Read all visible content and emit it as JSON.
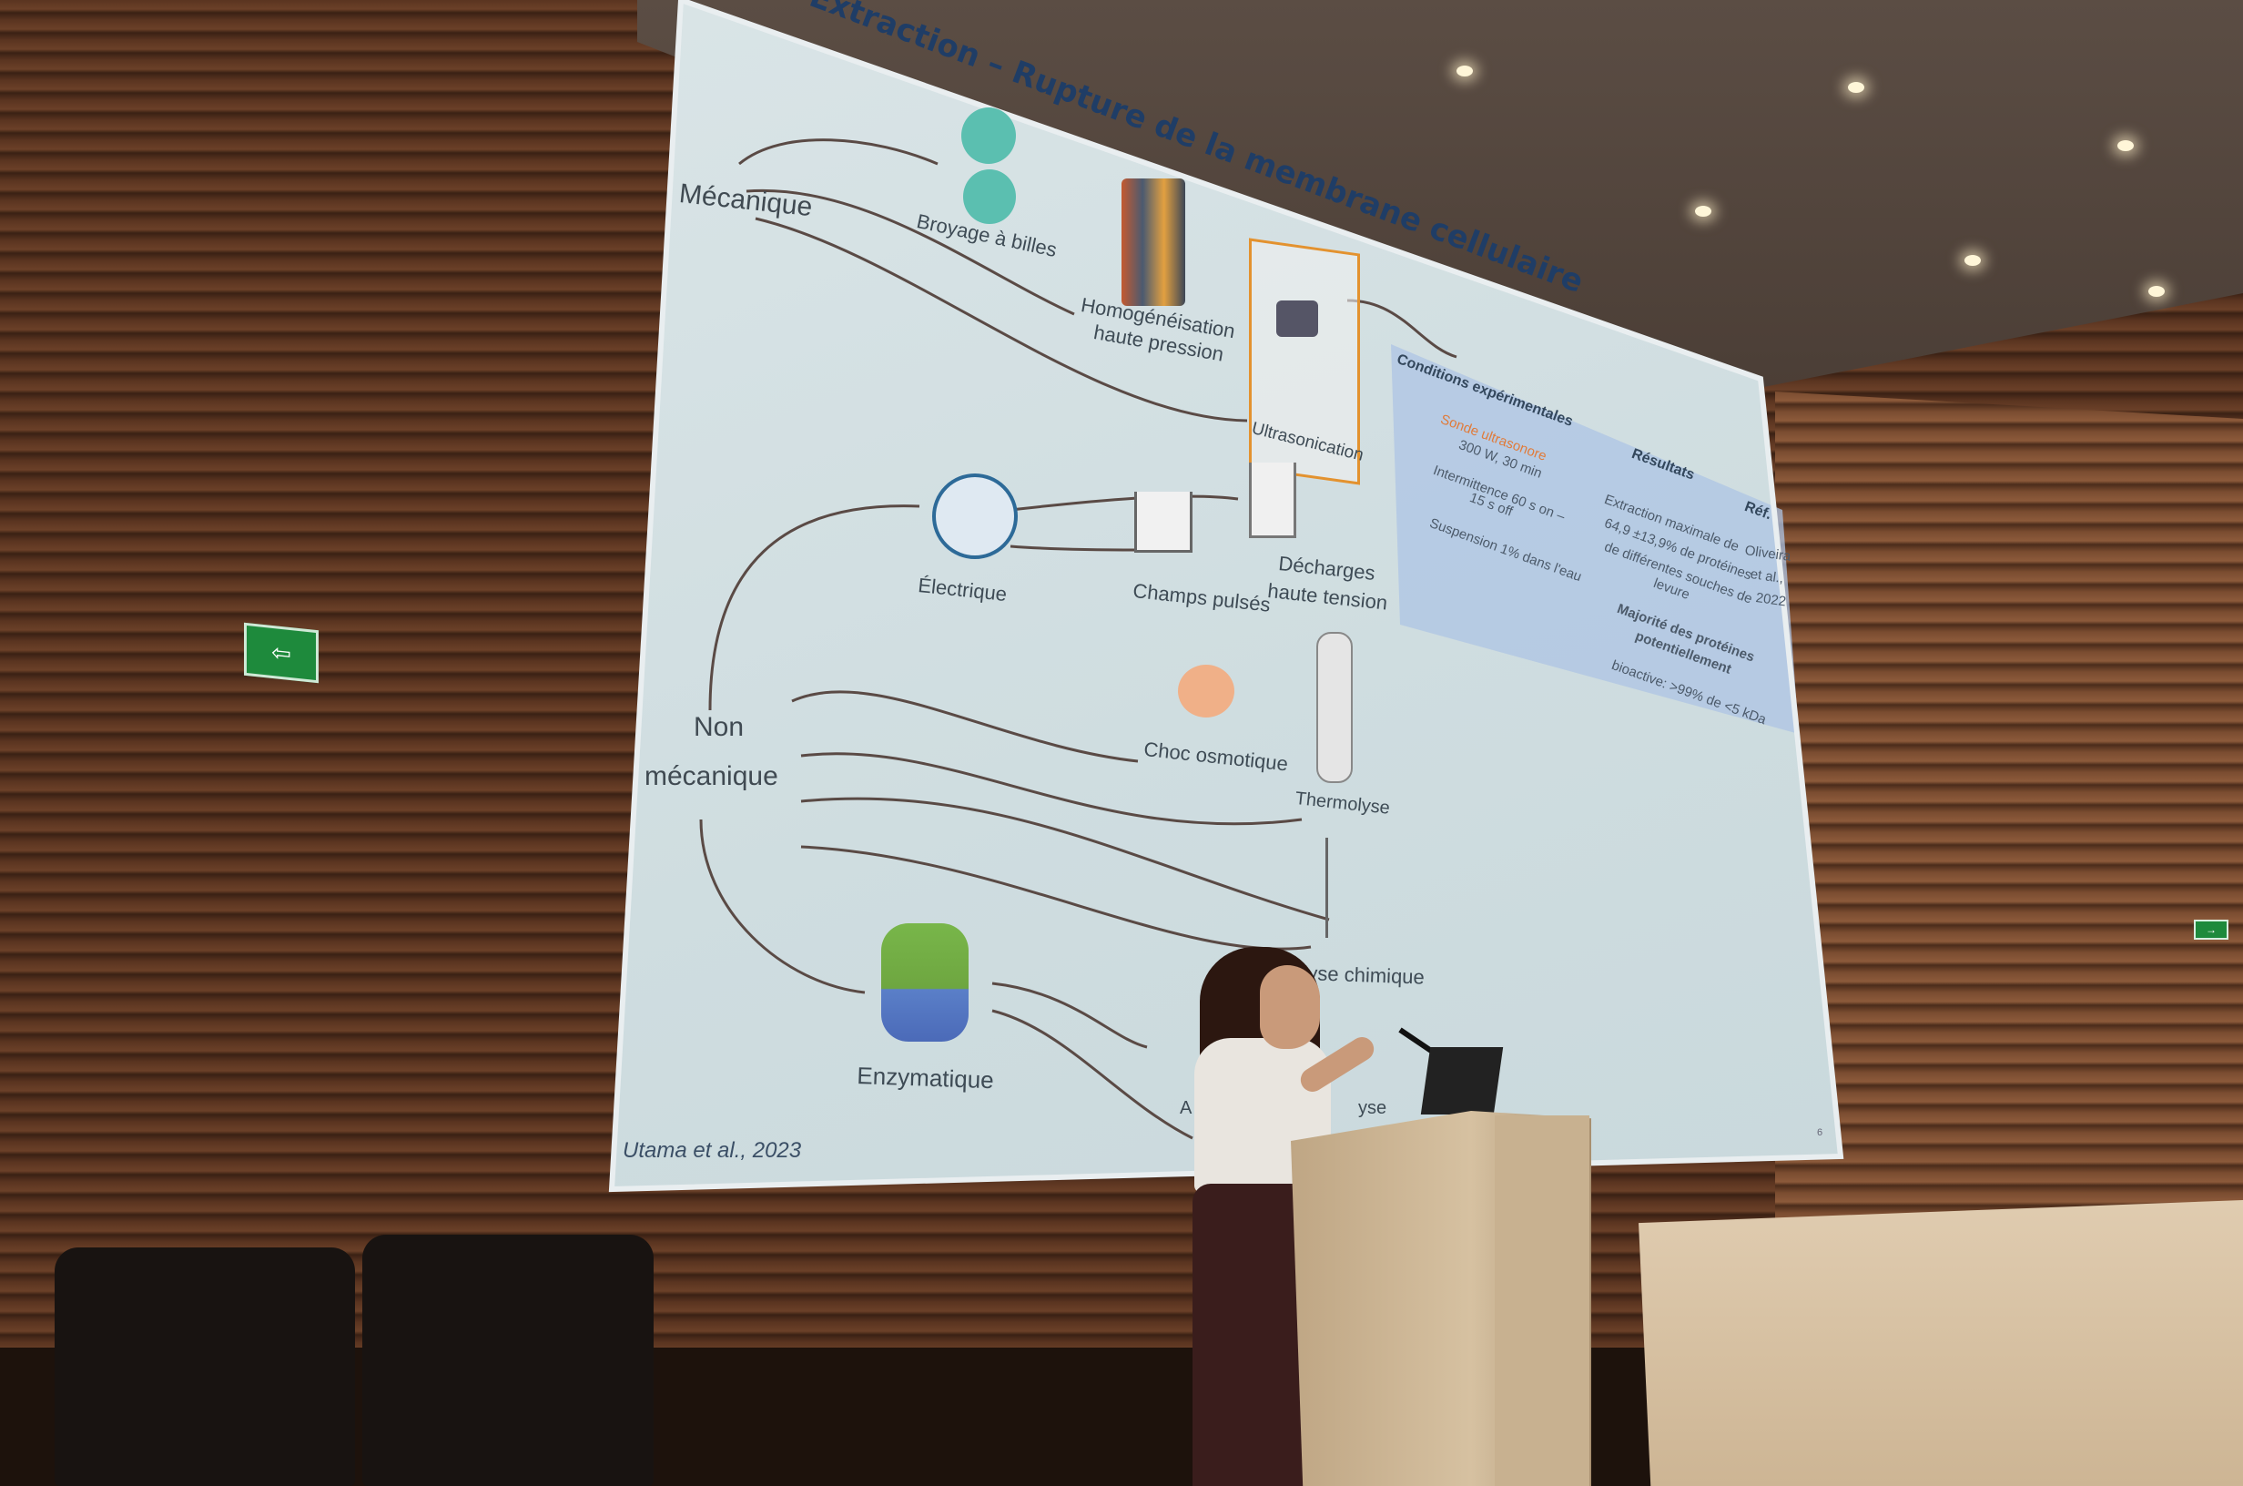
{
  "slide": {
    "title": "Extraction – Rupture de la membrane cellulaire",
    "categories": {
      "mechanical": "Mécanique",
      "non_mechanical_line1": "Non",
      "non_mechanical_line2": "mécanique"
    },
    "methods": {
      "bead_milling": "Broyage à billes",
      "homogenization_line1": "Homogénéisation",
      "homogenization_line2": "haute pression",
      "ultrasonication": "Ultrasonication",
      "electric": "Électrique",
      "pulsed_fields": "Champs pulsés",
      "hv_discharge_line1": "Décharges",
      "hv_discharge_line2": "haute tension",
      "osmotic_shock": "Choc osmotique",
      "thermolysis": "Thermolyse",
      "chemical_lysis": "lyse chimique",
      "enzymatic": "Enzymatique",
      "autolysis_partial": "A",
      "hydrolysis_partial": "yse"
    },
    "table": {
      "conditions_header": "Conditions expérimentales",
      "results_header": "Résultats",
      "ref_header": "Réf.",
      "conditions": [
        "Sonde ultrasonore",
        "300 W, 30 min",
        "Intermittence 60 s on –",
        "15 s off",
        "Suspension 1% dans l'eau"
      ],
      "results": [
        "Extraction maximale de",
        "64,9 ±13,9% de protéines",
        "de différentes souches de",
        "levure",
        "Majorité des protéines",
        "potentiellement",
        "bioactive: >99% de <5 kDa"
      ],
      "ref": [
        "Oliveira",
        "et al.,",
        "2022"
      ]
    },
    "citation": "Utama et al., 2023",
    "page_number": "6"
  },
  "exit_sign_glyph": "⇦",
  "colors": {
    "slide_bg": "#d4e0e3",
    "title": "#1f3d66",
    "highlight": "#e3922f",
    "results_box": "#aec4e4",
    "wall": "#5a3420"
  }
}
